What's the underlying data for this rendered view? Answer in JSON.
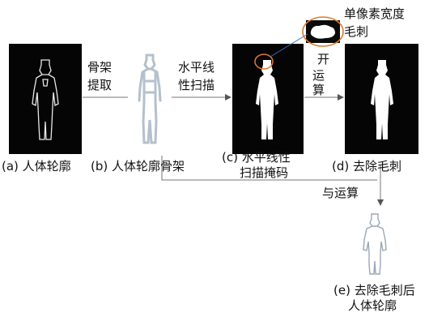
{
  "steps": {
    "skeleton_extract": [
      "骨架",
      "提取"
    ],
    "horizontal_scan": [
      "水平线",
      "性扫描"
    ],
    "open_operation": [
      "开",
      "运",
      "算"
    ],
    "and_operation": "与运算"
  },
  "zoom_note": [
    "单像素宽度",
    "毛刺"
  ],
  "captions": {
    "a": "(a) 人体轮廓",
    "b": "(b) 人体轮廓骨架",
    "c": [
      "(c) 水平线性",
      "扫描掩码"
    ],
    "d": "(d) 去除毛刺",
    "e": [
      "(e) 去除毛刺后",
      "人体轮廓"
    ]
  },
  "colors": {
    "background": "#ffffff",
    "panel": "#050505",
    "highlight_ring": "#e07a2a",
    "zoom_link": "#3a6fb5"
  }
}
